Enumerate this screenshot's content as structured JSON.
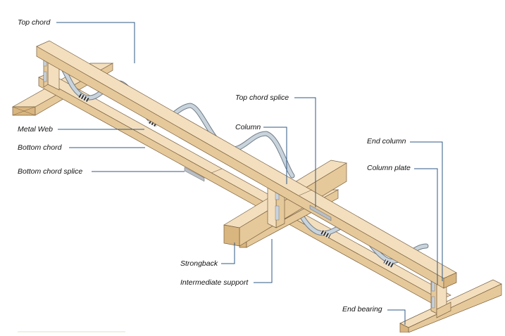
{
  "title": "Metal web truss components",
  "labels": {
    "top_chord": "Top chord",
    "metal_web": "Metal Web",
    "bottom_chord": "Bottom chord",
    "bottom_chord_splice": "Bottom chord splice",
    "top_chord_splice": "Top chord splice",
    "column": "Column",
    "end_column": "End column",
    "column_plate": "Column plate",
    "strongback": "Strongback",
    "intermediate_support": "Intermediate support",
    "end_bearing": "End bearing"
  },
  "colors": {
    "timber_top": "#f3dfbe",
    "timber_side": "#e6c99a",
    "timber_end": "#d9b57f",
    "timber_edge": "#7a6040",
    "metal": "#c9d3dc",
    "metal_edge": "#6f7d88",
    "leader": "#2f5a86"
  }
}
